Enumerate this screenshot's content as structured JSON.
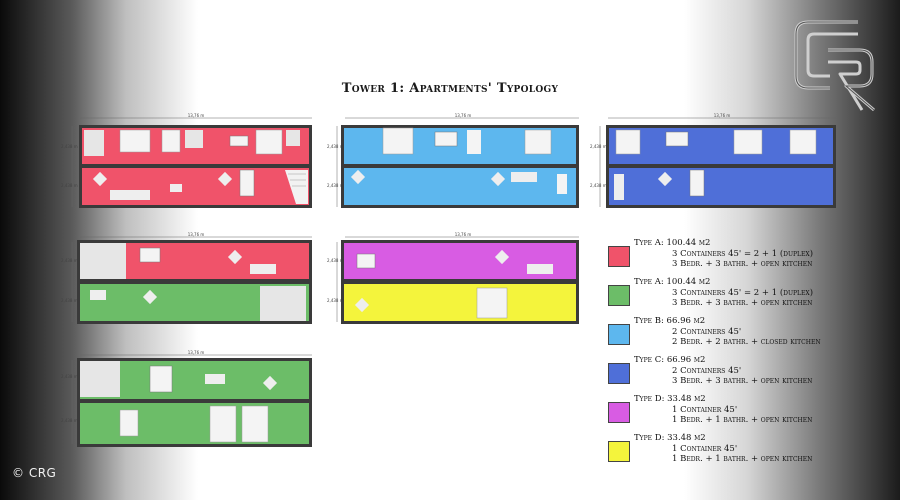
{
  "title": "Tower 1: Apartments' Typology",
  "copyright": "© CRG",
  "logo": {
    "icon": "crg-monogram-logo"
  },
  "colors": {
    "typeA_red": "#f0536a",
    "typeA_green": "#6cbd68",
    "typeB": "#5db7ee",
    "typeC": "#4f6fd8",
    "typeD_magenta": "#d85ce3",
    "typeD_yellow": "#f4f43c"
  },
  "plans": [
    {
      "dim_top": "13,76 m",
      "dim_left_top": "2,438 m",
      "dim_left_bottom": "2,438 m"
    },
    {
      "dim_top": "13,76 m",
      "dim_left_top": "2,438 m",
      "dim_left_bottom": "2,438 m"
    },
    {
      "dim_top": "13,76 m",
      "dim_left_top": "2,438 m",
      "dim_left_bottom": "2,438 m"
    },
    {
      "dim_top": "13,76 m",
      "dim_left_top": "2,438 m",
      "dim_left_bottom": "2,438 m"
    },
    {
      "dim_top": "13,76 m",
      "dim_left_top": "2,438 m",
      "dim_left_bottom": "2,438 m"
    },
    {
      "dim_top": "13,76 m",
      "dim_left_top": "2,438 m",
      "dim_left_bottom": "2,438 m"
    }
  ],
  "legend": [
    {
      "color": "#f0536a",
      "line1": "Type A: 100.44 m2",
      "line2": "3 Containers 45' = 2 + 1 (duplex)",
      "line3": "3 Bedr. + 3 bathr. + open kitchen"
    },
    {
      "color": "#6cbd68",
      "line1": "Type A: 100.44 m2",
      "line2": "3 Containers 45' = 2 + 1 (duplex)",
      "line3": "3 Bedr. + 3 bathr. + open kitchen"
    },
    {
      "color": "#5db7ee",
      "line1": "Type B: 66.96 m2",
      "line2": "2 Containers 45'",
      "line3": "2 Bedr. + 2 bathr. + closed kitchen"
    },
    {
      "color": "#4f6fd8",
      "line1": "Type C: 66.96 m2",
      "line2": "2 Containers 45'",
      "line3": "3 Bedr. + 3 bathr. + open kitchen"
    },
    {
      "color": "#d85ce3",
      "line1": "Type D: 33.48 m2",
      "line2": "1 Container 45'",
      "line3": "1 Bedr. + 1 bathr. + open kitchen"
    },
    {
      "color": "#f4f43c",
      "line1": "Type D: 33.48 m2",
      "line2": "1 Container 45'",
      "line3": "1 Bedr. + 1 bathr. + open kitchen"
    }
  ]
}
